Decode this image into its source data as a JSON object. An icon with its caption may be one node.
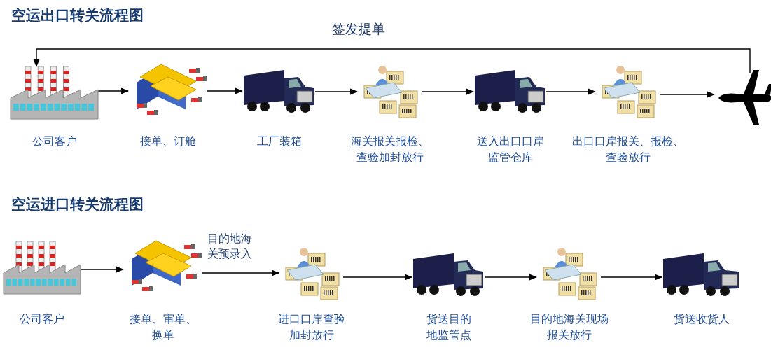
{
  "diagram": {
    "nodes": [
      {
        "text": [
          "公司客户"
        ]
      },
      {
        "text": [
          "接单、订舱"
        ]
      },
      {
        "text": [
          "工厂装箱"
        ]
      },
      {
        "text": [
          "海关报关报检、查验加封放行"
        ]
      },
      {
        "text": [
          "送入出口口岸监管仓库"
        ]
      },
      {
        "text": [
          "出口口岸报关、报检、查验放行"
        ]
      },
      {
        "text": [],
        "shape": "picture"
      },
      {
        "text": [
          "公司客户"
        ]
      },
      {
        "text": [
          "接单、审单、换单"
        ]
      },
      {
        "text": [
          "进口口岸查验加封放行"
        ]
      },
      {
        "text": [
          "货送目的地监管点"
        ]
      },
      {
        "text": [
          "目的地海关现场报关放行"
        ]
      },
      {
        "text": [
          "货送收货人"
        ]
      }
    ],
    "edges": [
      {
        "from": 0,
        "to": 1,
        "arrow": "to"
      },
      {
        "from": 1,
        "to": 2,
        "arrow": "to"
      },
      {
        "from": 2,
        "to": 3,
        "arrow": "to"
      },
      {
        "from": 3,
        "to": 4,
        "arrow": "to"
      },
      {
        "from": 4,
        "to": 5,
        "arrow": "to"
      },
      {
        "from": 5,
        "to": 6,
        "arrow": "to"
      },
      {
        "from": 6,
        "to": 0,
        "arrow": "to",
        "label": "签发提单"
      },
      {
        "from": 7,
        "to": 8,
        "arrow": "to"
      },
      {
        "from": 8,
        "to": 9,
        "arrow": "to",
        "label": "目的地海关预录入"
      },
      {
        "from": 9,
        "to": 10,
        "arrow": "to"
      },
      {
        "from": 10,
        "to": 11,
        "arrow": "to"
      },
      {
        "from": 11,
        "to": 12,
        "arrow": "to"
      }
    ],
    "labels": [
      "空运出口转关流程图",
      "空运进口转关流程图"
    ]
  }
}
